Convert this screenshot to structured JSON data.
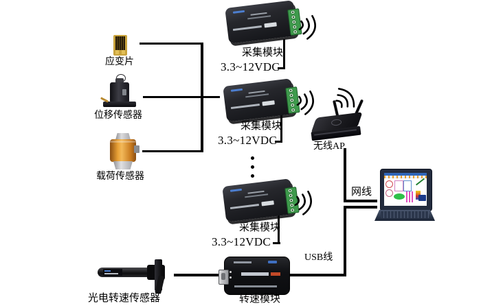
{
  "diagram": {
    "sensors": [
      {
        "label": "应变片"
      },
      {
        "label": "位移传感器"
      },
      {
        "label": "载荷传感器"
      }
    ],
    "acquisition_modules": [
      {
        "label": "采集模块",
        "power": "3.3~12VDC"
      },
      {
        "label": "采集模块",
        "power": "3.3~12VDC"
      },
      {
        "label": "采集模块",
        "power": "3.3~12VDC"
      }
    ],
    "wireless_ap_label": "无线AP",
    "network_cable_label": "网线",
    "usb_cable_label": "USB线",
    "speed_sensor_label": "光电转速传感器",
    "speed_module_label": "转速模块"
  },
  "colors": {
    "wire": "#000000",
    "terminal_green": "#3e9a4c",
    "load_cell_orange": "#d9892b",
    "strain_gauge_gold": "#c9a33c",
    "laptop_screen_blue": "#2f66b8",
    "background": "#ffffff"
  }
}
